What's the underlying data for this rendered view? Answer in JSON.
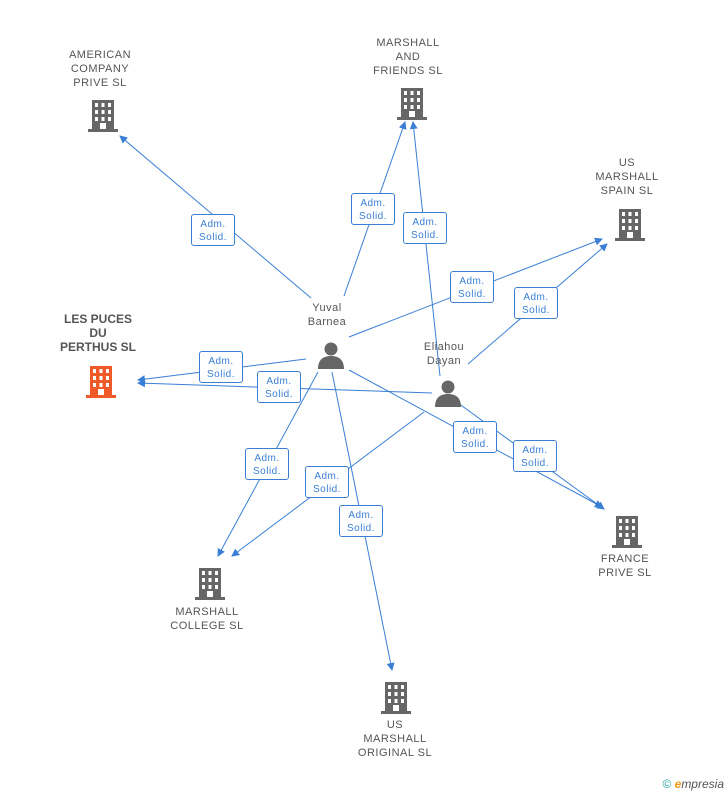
{
  "colors": {
    "edge": "#3a7fd5",
    "node": "#666666",
    "highlight": "#f05a28",
    "text": "#555555"
  },
  "nodes": {
    "american": {
      "lines": [
        "AMERICAN",
        "COMPANY",
        "PRIVE  SL"
      ],
      "icon": "building-icon"
    },
    "friends": {
      "lines": [
        "MARSHALL",
        "AND",
        "FRIENDS  SL"
      ],
      "icon": "building-icon"
    },
    "spain": {
      "lines": [
        "US",
        "MARSHALL",
        "SPAIN  SL"
      ],
      "icon": "building-icon"
    },
    "puces": {
      "lines": [
        "LES PUCES",
        "DU",
        "PERTHUS SL"
      ],
      "icon": "building-icon",
      "highlight": true
    },
    "yuval": {
      "lines": [
        "Yuval",
        "Barnea"
      ],
      "icon": "person-icon"
    },
    "eliahou": {
      "lines": [
        "Eliahou",
        "Dayan"
      ],
      "icon": "person-icon"
    },
    "france": {
      "lines": [
        "FRANCE",
        "PRIVE  SL"
      ],
      "icon": "building-icon"
    },
    "college": {
      "lines": [
        "MARSHALL",
        "COLLEGE  SL"
      ],
      "icon": "building-icon"
    },
    "original": {
      "lines": [
        "US",
        "MARSHALL",
        "ORIGINAL SL"
      ],
      "icon": "building-icon"
    }
  },
  "edge_label": [
    "Adm.",
    "Solid."
  ],
  "footer": {
    "copyright": "©",
    "brand_e": "e",
    "brand_rest": "mpresia"
  }
}
